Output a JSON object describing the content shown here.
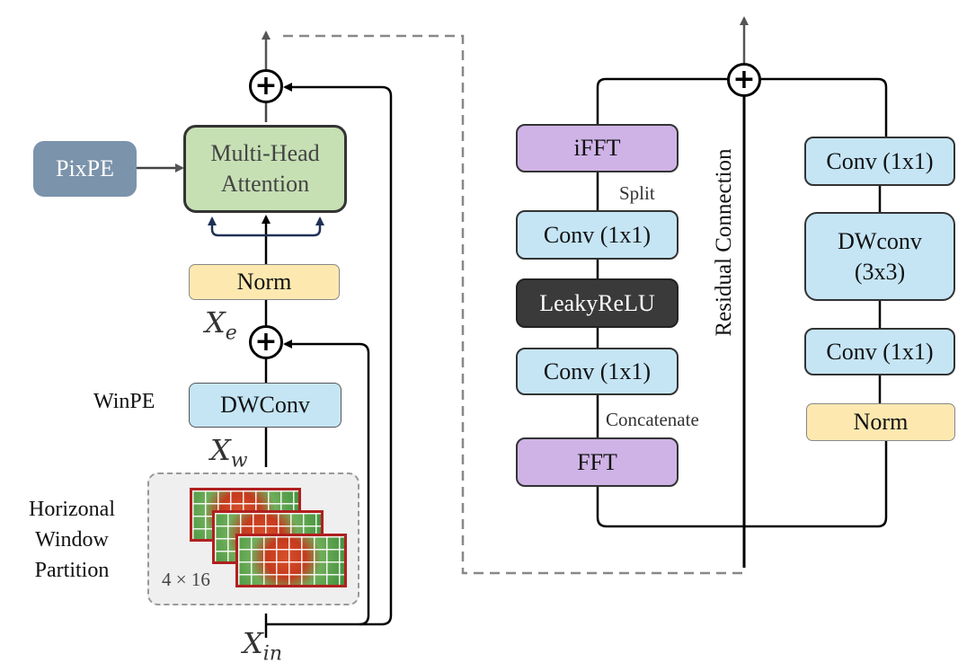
{
  "left_block": {
    "pixpe": "PixPE",
    "attention": [
      "Multi-Head",
      "Attention"
    ],
    "norm": "Norm",
    "x_e": {
      "base": "X",
      "sub": "e"
    },
    "winpe": "WinPE",
    "dwconv": "DWConv",
    "x_w": {
      "base": "X",
      "sub": "w"
    },
    "partition": [
      "Horizonal",
      "Window",
      "Partition"
    ],
    "grid_size": "4 × 16",
    "x_in": {
      "base": "X",
      "sub": "in"
    }
  },
  "right_block": {
    "ifft": "iFFT",
    "split": "Split",
    "conv_a": "Conv (1x1)",
    "leaky": "LeakyReLU",
    "conv_b": "Conv (1x1)",
    "concat": "Concatenate",
    "fft": "FFT",
    "residual": "Residual Connection",
    "conv_c": "Conv (1x1)",
    "dwconv": [
      "DWconv",
      "(3x3)"
    ],
    "conv_d": "Conv (1x1)",
    "norm": "Norm"
  },
  "colors": {
    "blue_fill": "#c5e5f5",
    "purple_fill": "#cfb3e6",
    "yellow_fill": "#fde9b0",
    "green_fill": "#c6e0b4",
    "pixpe_fill": "#7b93ab",
    "dark_fill": "#3a3a3a",
    "arrow_navy": "#1f3155"
  }
}
